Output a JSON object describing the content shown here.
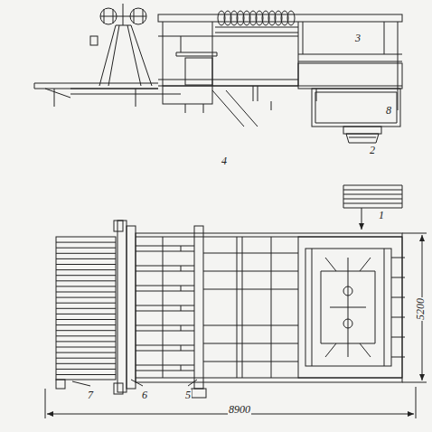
{
  "diagram": {
    "labels": [
      "3",
      "8",
      "2",
      "4",
      "1",
      "5200",
      "8900",
      "7",
      "6",
      "5"
    ]
  }
}
